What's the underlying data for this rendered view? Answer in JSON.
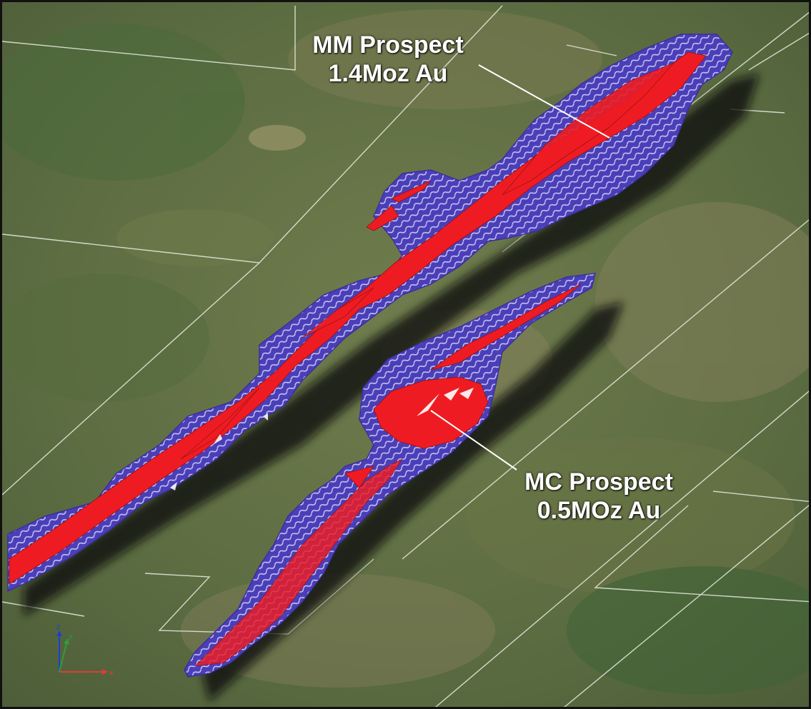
{
  "labels": {
    "mm": {
      "name": "MM Prospect",
      "resource": "1.4Moz Au"
    },
    "mc": {
      "name": "MC Prospect",
      "resource": "0.5MOz Au"
    }
  },
  "axes": {
    "x": "x",
    "y": "y",
    "z": "z"
  },
  "colors": {
    "terrain": "#5e7044",
    "shell": "#4a3fb8",
    "lode": "#ee1c22",
    "leader": "#ffffff",
    "tenement_line": "#e8ede0",
    "axis_x": "#e53935",
    "axis_y": "#2e9e3a",
    "axis_z": "#1e3fd0"
  }
}
